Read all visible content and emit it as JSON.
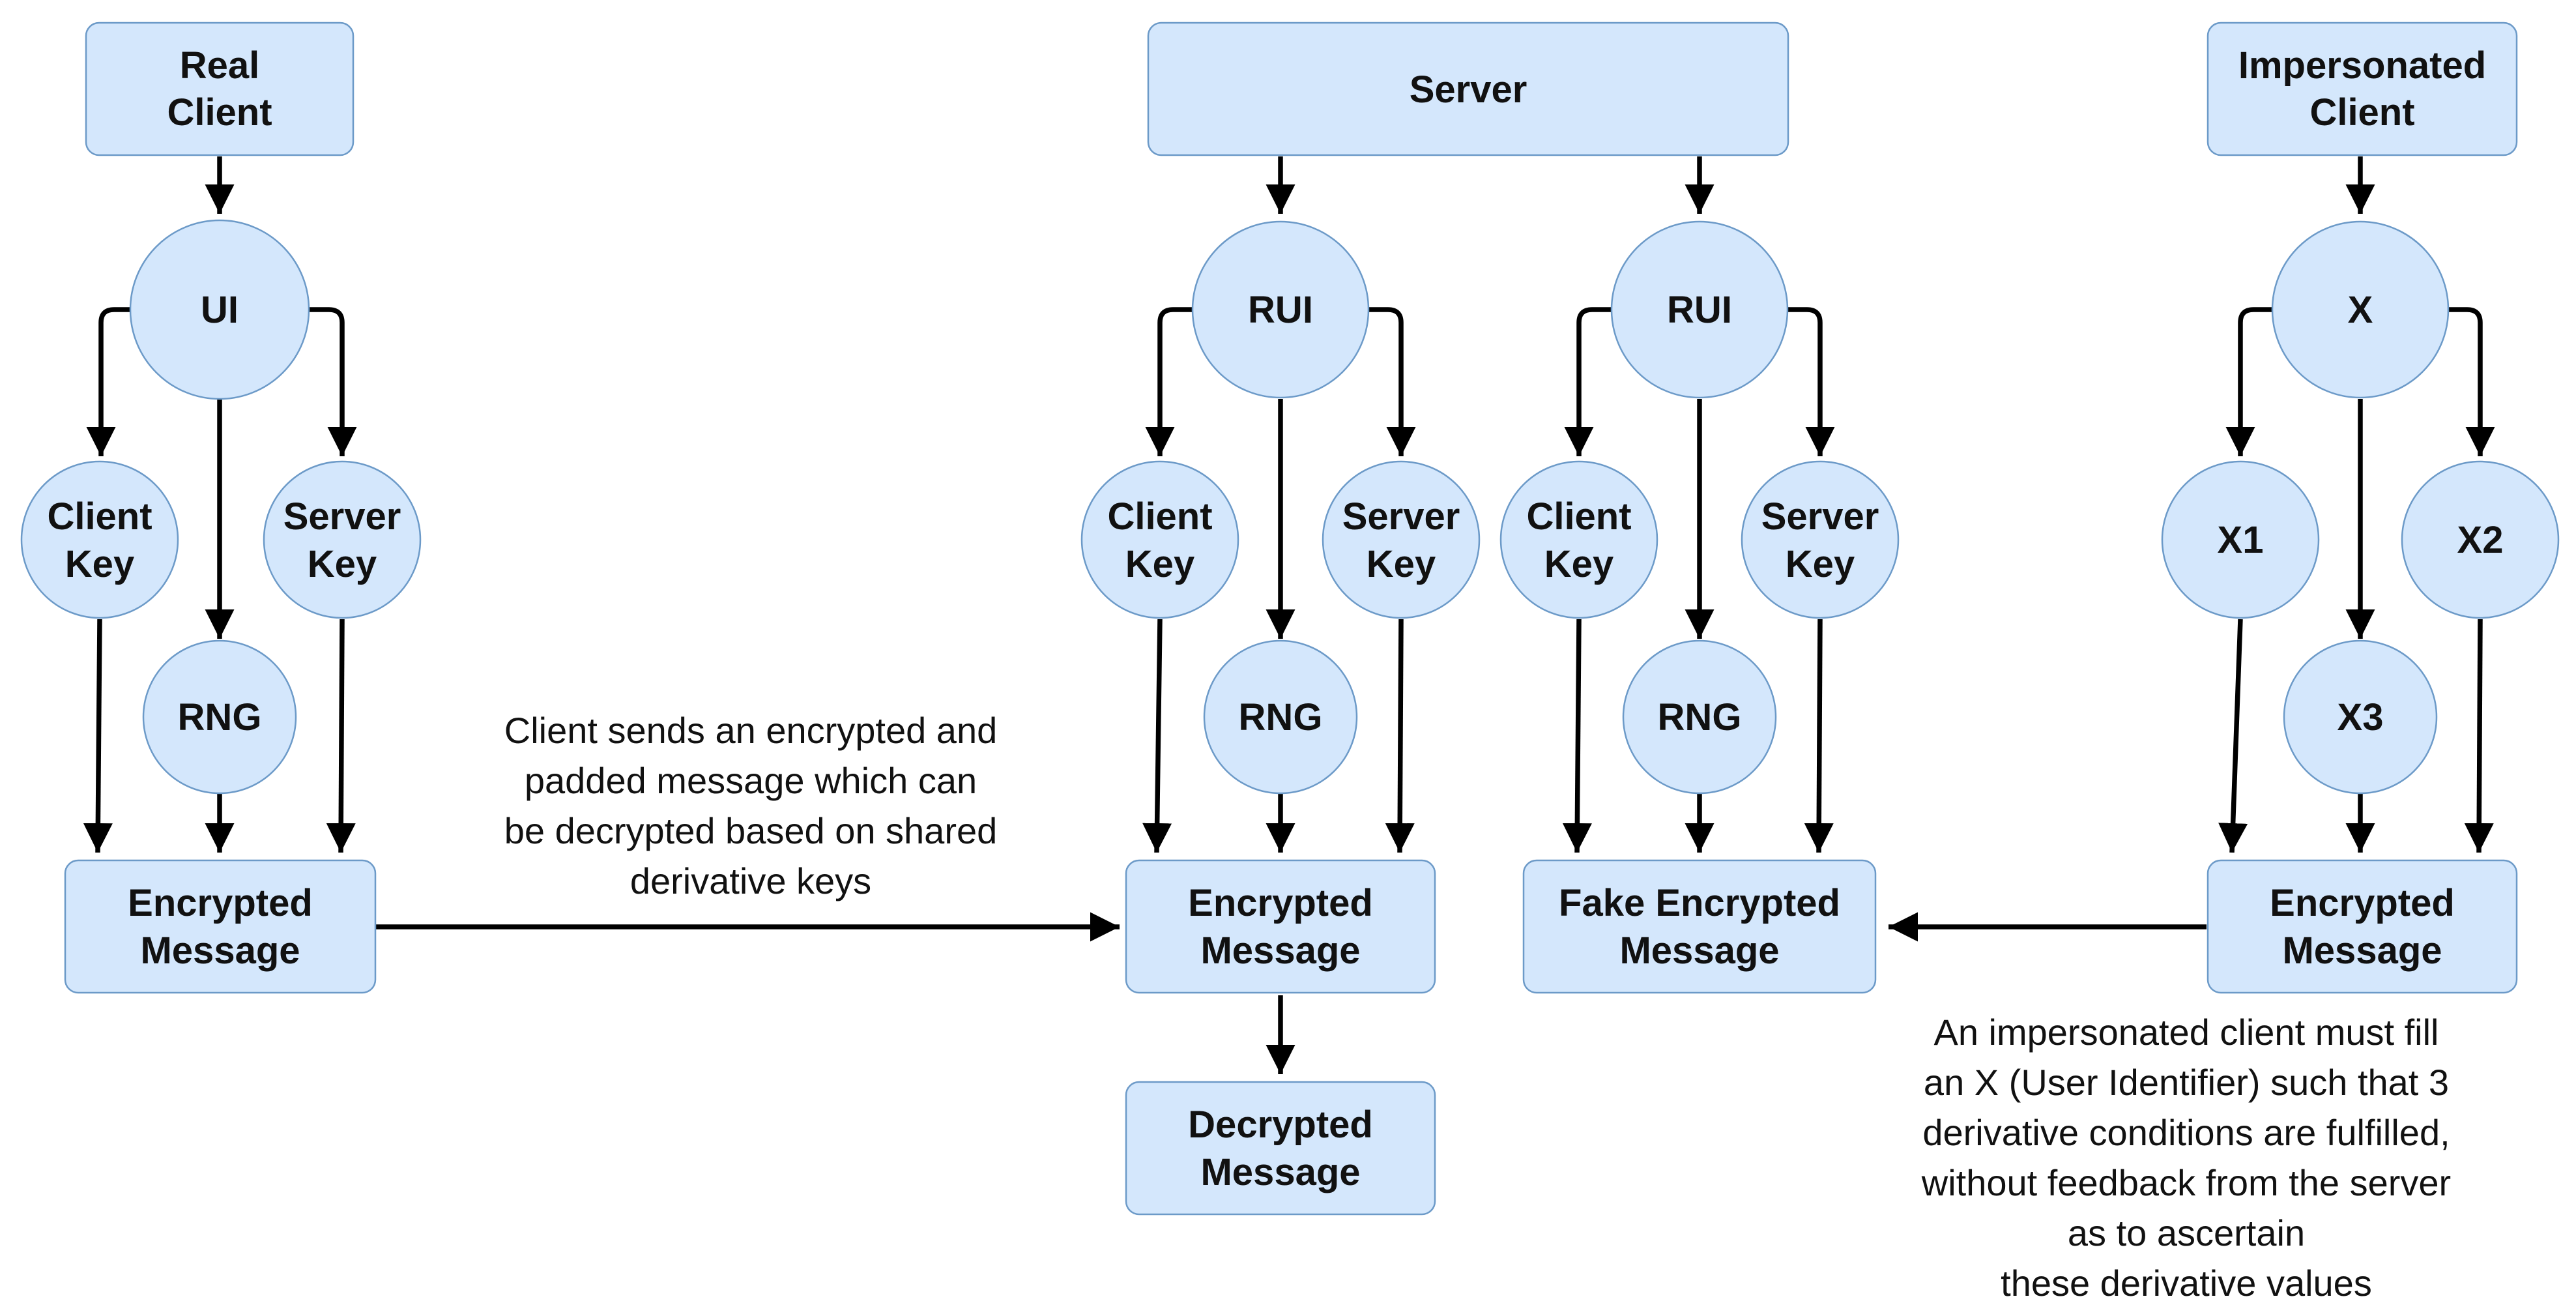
{
  "colors": {
    "node_fill": "#d4e7fc",
    "node_stroke": "#6c9ac8",
    "edge": "#000000",
    "text": "#111111"
  },
  "left": {
    "client": [
      "Real",
      "Client"
    ],
    "ui": "UI",
    "client_key": [
      "Client",
      "Key"
    ],
    "server_key": [
      "Server",
      "Key"
    ],
    "rng": "RNG",
    "encrypted": [
      "Encrypted",
      "Message"
    ]
  },
  "server": {
    "title": "Server",
    "rui_a": "RUI",
    "client_key_a": [
      "Client",
      "Key"
    ],
    "server_key_a": [
      "Server",
      "Key"
    ],
    "rng_a": "RNG",
    "encrypted": [
      "Encrypted",
      "Message"
    ],
    "decrypted": [
      "Decrypted",
      "Message"
    ],
    "rui_b": "RUI",
    "client_key_b": [
      "Client",
      "Key"
    ],
    "server_key_b": [
      "Server",
      "Key"
    ],
    "rng_b": "RNG",
    "fake_encrypted": [
      "Fake Encrypted",
      "Message"
    ]
  },
  "right": {
    "client": [
      "Impersonated",
      "Client"
    ],
    "x": "X",
    "x1": "X1",
    "x2": "X2",
    "x3": "X3",
    "encrypted": [
      "Encrypted",
      "Message"
    ]
  },
  "notes": {
    "send": [
      "Client sends an encrypted and",
      "padded message which can",
      "be decrypted based on shared",
      "derivative keys"
    ],
    "impersonate": [
      "An impersonated client must fill",
      "an X (User Identifier) such that 3",
      "derivative conditions are fulfilled,",
      "without feedback from the server",
      "as to ascertain",
      "these derivative values"
    ]
  }
}
